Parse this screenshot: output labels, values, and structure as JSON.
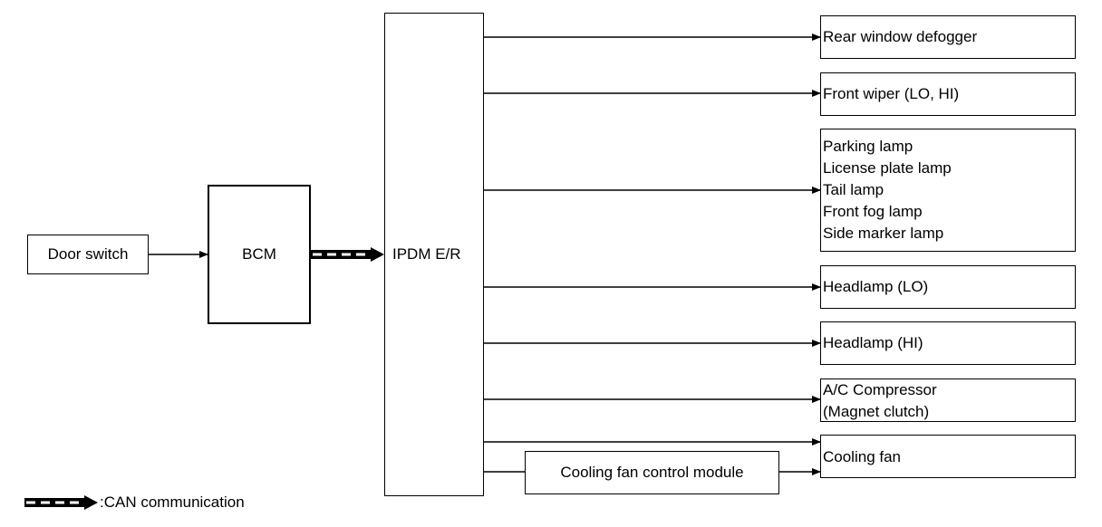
{
  "diagram": {
    "inputs": {
      "door_switch": "Door switch",
      "bcm": "BCM",
      "ipdm": "IPDM E/R"
    },
    "outputs": {
      "rear_defogger": "Rear window defogger",
      "front_wiper": "Front wiper (LO, HI)",
      "lamps": [
        "Parking lamp",
        "License plate lamp",
        "Tail lamp",
        "Front fog lamp",
        "Side marker lamp"
      ],
      "headlamp_lo": "Headlamp (LO)",
      "headlamp_hi": "Headlamp (HI)",
      "ac_compressor": [
        "A/C Compressor",
        "(Magnet clutch)"
      ],
      "cooling_fan": "Cooling fan"
    },
    "intermediate": {
      "cooling_fan_control": "Cooling fan control module"
    },
    "legend": {
      "can": ":CAN communication"
    }
  }
}
